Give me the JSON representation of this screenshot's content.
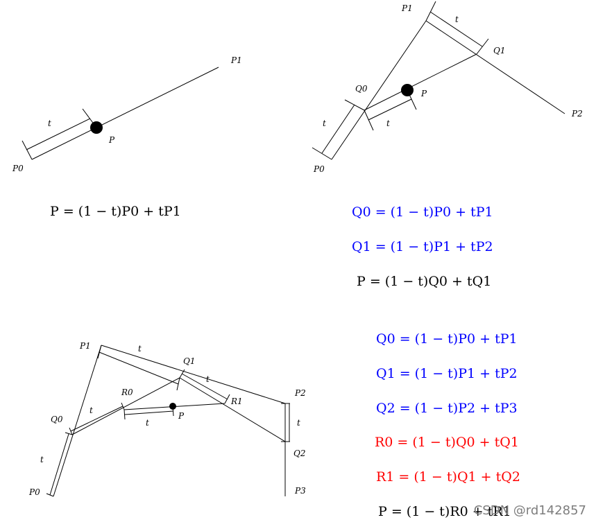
{
  "diagrams": {
    "linear": {
      "labels": {
        "p0": "P0",
        "p1": "P1",
        "p": "P",
        "t": "t"
      },
      "equation": "P = (1 − t)P0 + tP1"
    },
    "quadratic": {
      "labels": {
        "p0": "P0",
        "p1": "P1",
        "p2": "P2",
        "q0": "Q0",
        "q1": "Q1",
        "p": "P",
        "t": "t"
      },
      "equations": [
        "Q0 = (1 − t)P0 + tP1",
        "Q1 = (1 − t)P1 + tP2",
        "P = (1 − t)Q0 + tQ1"
      ]
    },
    "cubic": {
      "labels": {
        "p0": "P0",
        "p1": "P1",
        "p2": "P2",
        "p3": "P3",
        "q0": "Q0",
        "q1": "Q1",
        "q2": "Q2",
        "r0": "R0",
        "r1": "R1",
        "p": "P",
        "t": "t"
      },
      "equations": [
        "Q0 = (1 − t)P0 + tP1",
        "Q1 = (1 − t)P1 + tP2",
        "Q2 = (1 − t)P2 + tP3",
        "R0 = (1 − t)Q0 + tQ1",
        "R1 = (1 − t)Q1 + tQ2",
        "P = (1 − t)R0 + tR1"
      ]
    }
  },
  "colors": {
    "blue": "#0000ff",
    "red": "#ff0000",
    "black": "#000000",
    "watermark": "#7d7d7d"
  },
  "watermark": "CSDN @rd142857"
}
